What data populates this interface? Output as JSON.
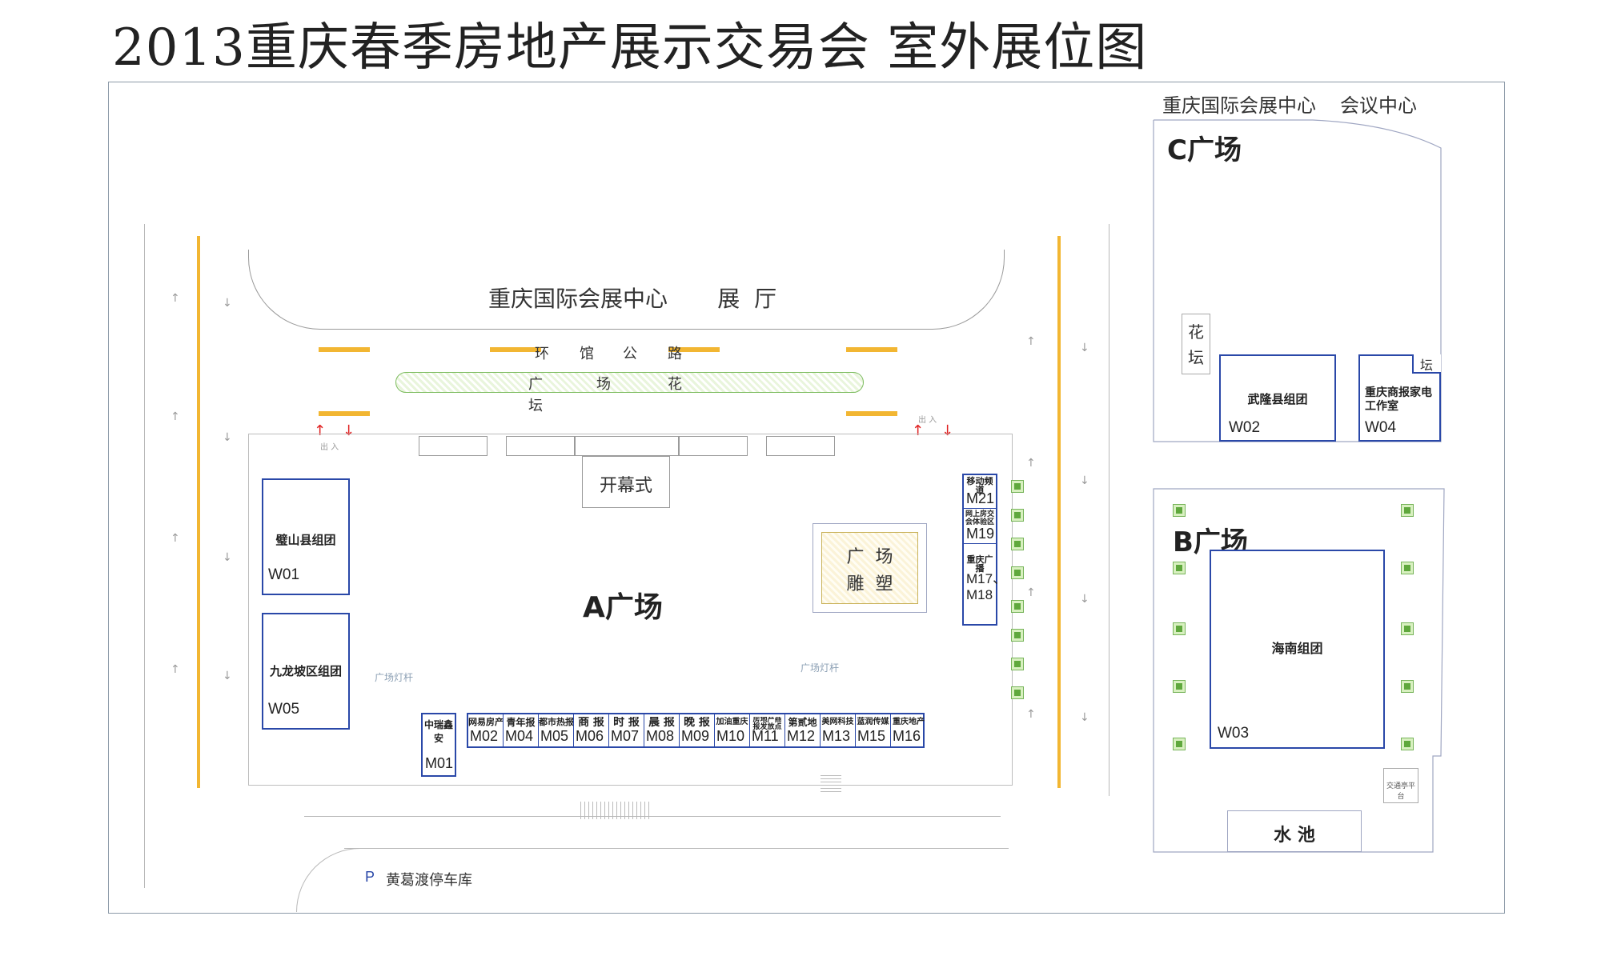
{
  "title": "2013重庆春季房地产展示交易会  室外展位图",
  "hall_label": "重庆国际会展中心       展  厅",
  "ring_road": [
    "环",
    "馆",
    "公",
    "路"
  ],
  "flower_bed": [
    "广",
    "场",
    "花",
    "坛"
  ],
  "opening": "开幕式",
  "plaza_a": "A广场",
  "sculpture": [
    "广  场",
    "雕  塑"
  ],
  "lamp_label_left": "广场灯杆",
  "lamp_label_right": "广场灯杆",
  "entrance_labels": [
    "出 入",
    "出 入"
  ],
  "parking": {
    "icon": "P",
    "label": "黄葛渡停车库"
  },
  "right_header": [
    "重庆国际会展中心",
    "会议中心"
  ],
  "plaza_c": "C广场",
  "plaza_b": "B广场",
  "flower_c": [
    "花",
    "坛"
  ],
  "flower_c2": "坛",
  "pool": "水 池",
  "platform": "交通亭平台",
  "w_booths": {
    "w01": {
      "name": "璧山县组团",
      "code": "W01"
    },
    "w05": {
      "name": "九龙坡区组团",
      "code": "W05"
    },
    "w02": {
      "name": "武隆县组团",
      "code": "W02"
    },
    "w04": {
      "name": "重庆商报家电工作室",
      "code": "W04"
    },
    "w03": {
      "name": "海南组团",
      "code": "W03"
    }
  },
  "m01": {
    "name": "中瑞鑫安",
    "code": "M01"
  },
  "m_row": [
    {
      "name": "网易房产",
      "code": "M02",
      "small": false
    },
    {
      "name": "青年报",
      "code": "M04",
      "small": false
    },
    {
      "name": "都市热报",
      "code": "M05",
      "small": false
    },
    {
      "name": "商 报",
      "code": "M06",
      "small": false
    },
    {
      "name": "时 报",
      "code": "M07",
      "small": false
    },
    {
      "name": "晨 报",
      "code": "M08",
      "small": false
    },
    {
      "name": "晚 报",
      "code": "M09",
      "small": false
    },
    {
      "name": "加油重庆",
      "code": "M10",
      "small": false
    },
    {
      "name": "房地产商报发放点",
      "code": "M11",
      "small": true
    },
    {
      "name": "第贰地",
      "code": "M12",
      "small": false
    },
    {
      "name": "美网科技",
      "code": "M13",
      "small": false
    },
    {
      "name": "蓝润传媒",
      "code": "M15",
      "small": false
    },
    {
      "name": "重庆地产",
      "code": "M16",
      "small": false
    }
  ],
  "m_col": [
    {
      "name": "移动频道",
      "code": "M21"
    },
    {
      "name": "网上房交会体验区",
      "code": "M19"
    },
    {
      "name": "重庆广播",
      "code": "M17、M18"
    }
  ],
  "colors": {
    "booth_border": "#2a48a8",
    "road_line": "#f2b632",
    "arrow_red": "#e02020"
  }
}
